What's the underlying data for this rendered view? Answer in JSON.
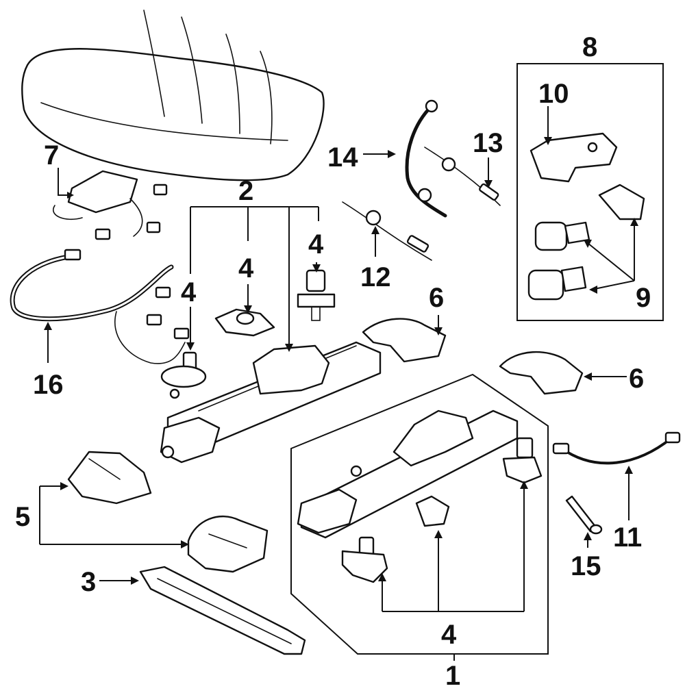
{
  "callouts": {
    "c1": "1",
    "c2": "2",
    "c3": "3",
    "c4a": "4",
    "c4b": "4",
    "c4c": "4",
    "c4d": "4",
    "c5": "5",
    "c6a": "6",
    "c6b": "6",
    "c7": "7",
    "c8": "8",
    "c9": "9",
    "c10": "10",
    "c11": "11",
    "c12": "12",
    "c13": "13",
    "c14": "14",
    "c15": "15",
    "c16": "16"
  },
  "colors": {
    "ink": "#111111",
    "paper": "#ffffff"
  }
}
